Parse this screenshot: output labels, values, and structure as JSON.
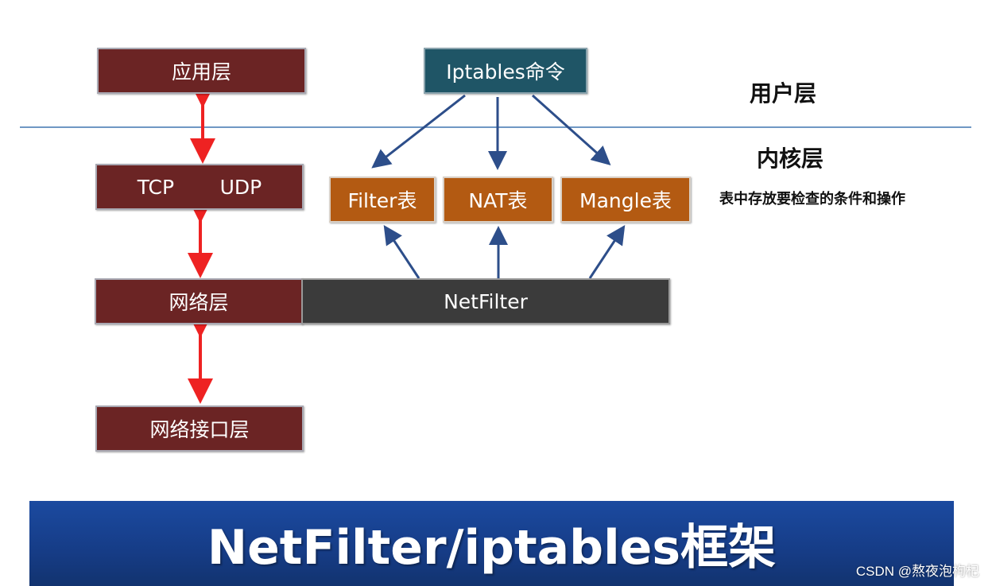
{
  "layers": {
    "application": "应用层",
    "transport": [
      "TCP",
      "UDP"
    ],
    "network": "网络层",
    "interface": "网络接口层"
  },
  "command": "Iptables命令",
  "tables": [
    "Filter表",
    "NAT表",
    "Mangle表"
  ],
  "netfilter": "NetFilter",
  "labels": {
    "user_layer": "用户层",
    "kernel_layer": "内核层",
    "table_note": "表中存放要检查的条件和操作"
  },
  "banner_title": "NetFilter/iptables框架",
  "watermark": "CSDN @熬夜泡枸杞",
  "colors": {
    "layer_box": "#6b2424",
    "command_box": "#1f5566",
    "table_box": "#b35a12",
    "netfilter_box": "#3b3b3b",
    "red_arrow": "#ee2222",
    "blue_arrow": "#2d4e8a",
    "divider": "#6f97c4",
    "banner": "#163c86"
  }
}
